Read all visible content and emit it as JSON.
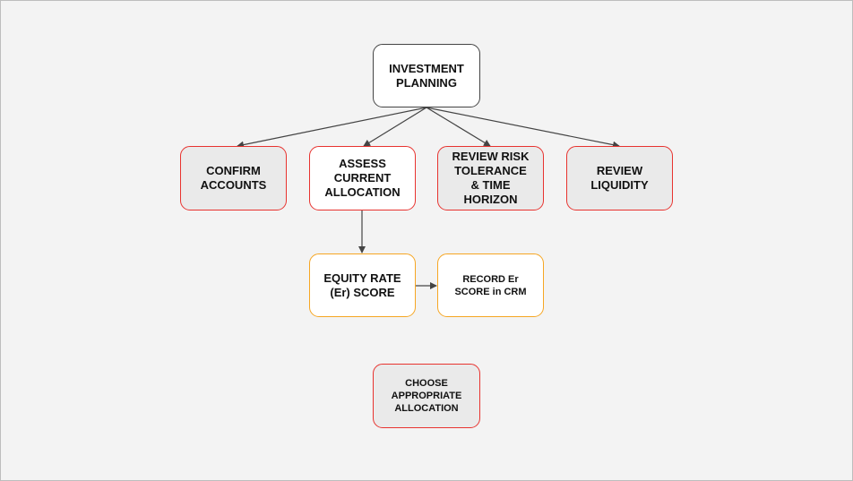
{
  "diagram": {
    "nodes": {
      "root": "INVESTMENT\nPLANNING",
      "confirm": "CONFIRM\nACCOUNTS",
      "assess": "ASSESS\nCURRENT\nALLOCATION",
      "risk": "REVIEW RISK\nTOLERANCE\n& TIME\nHORIZON",
      "liquidity": "REVIEW\nLIQUIDITY",
      "equity": "EQUITY RATE\n(Er) SCORE",
      "record": "RECORD Er\nSCORE in CRM",
      "choose": "CHOOSE\nAPPROPRIATE\nALLOCATION"
    },
    "edges": [
      [
        "root",
        "confirm"
      ],
      [
        "root",
        "assess"
      ],
      [
        "root",
        "risk"
      ],
      [
        "root",
        "liquidity"
      ],
      [
        "assess",
        "equity"
      ],
      [
        "equity",
        "record"
      ]
    ],
    "colors": {
      "red_border": "#e8332f",
      "orange_border": "#f6a623",
      "gray_fill": "#eaeaea",
      "arrow": "#444444"
    }
  }
}
